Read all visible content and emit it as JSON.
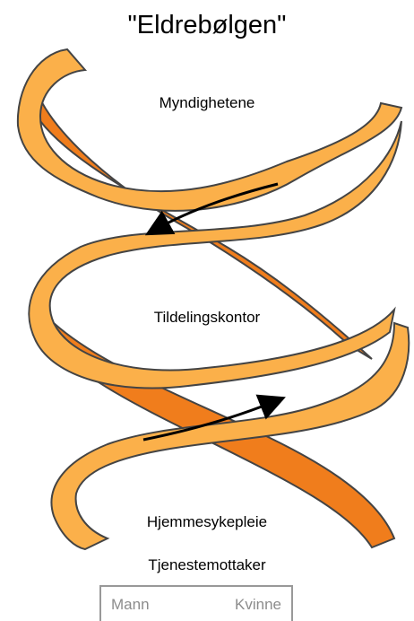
{
  "title": "\"Eldrebølgen\"",
  "labels": {
    "top": "Myndighetene",
    "middle": "Tildelingskontor",
    "lower": "Hjemmesykepleie",
    "bottom": "Tjenestemottaker"
  },
  "box": {
    "left": "Mann",
    "right": "Kvinne"
  },
  "colors": {
    "ribbon_light": "#FBB04A",
    "ribbon_dark": "#F07D1C",
    "outline": "#444444",
    "arrow": "#000000"
  }
}
